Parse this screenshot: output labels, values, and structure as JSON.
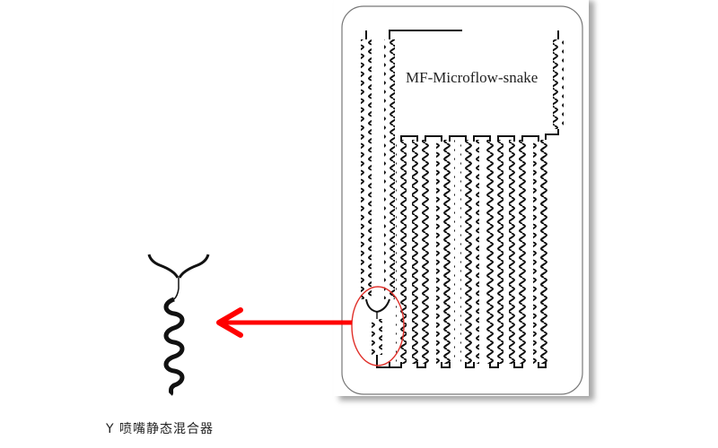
{
  "chip": {
    "title": "MF-Microflow-snake",
    "channel_columns": 9,
    "highlight": {
      "shape": "ellipse",
      "color": "#e0302a",
      "target": "Y-junction inlet"
    }
  },
  "arrow": {
    "color": "#ff0000",
    "direction": "left"
  },
  "detail": {
    "caption": "Y 喷嘴静态混合器"
  },
  "colors": {
    "channel": "#111111",
    "border": "#777777",
    "highlight": "#e0302a",
    "arrow": "#ff0000"
  }
}
